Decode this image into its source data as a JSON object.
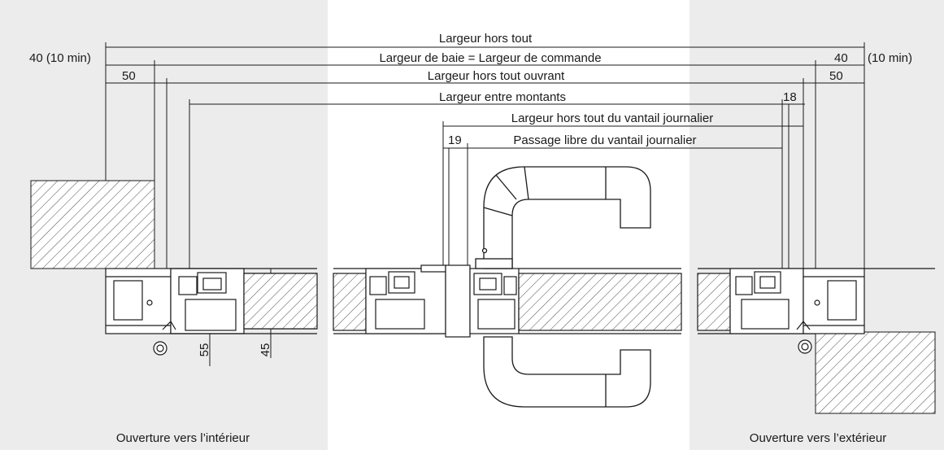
{
  "colors": {
    "background": "#ffffff",
    "side_panel": "#ececec",
    "line": "#1a1a1a",
    "profile_fill": "#ffffff"
  },
  "dimensions": {
    "overall_width": "Largeur hors tout",
    "left_min": "40 (10 min)",
    "bay_width": "Largeur de baie = Largeur de commande",
    "right_40": "40",
    "right_min": "(10 min)",
    "left_50": "50",
    "sash_width": "Largeur hors tout ouvrant",
    "right_50": "50",
    "between_posts": "Largeur entre montants",
    "right_18": "18",
    "leaf_width": "Largeur hors tout du vantail journalier",
    "left_19": "19",
    "clear_passage": "Passage libre du vantail journalier",
    "depth_55": "55",
    "depth_45": "45"
  },
  "captions": {
    "inward": "Ouverture vers l’intérieur",
    "outward": "Ouverture vers l’extérieur"
  }
}
